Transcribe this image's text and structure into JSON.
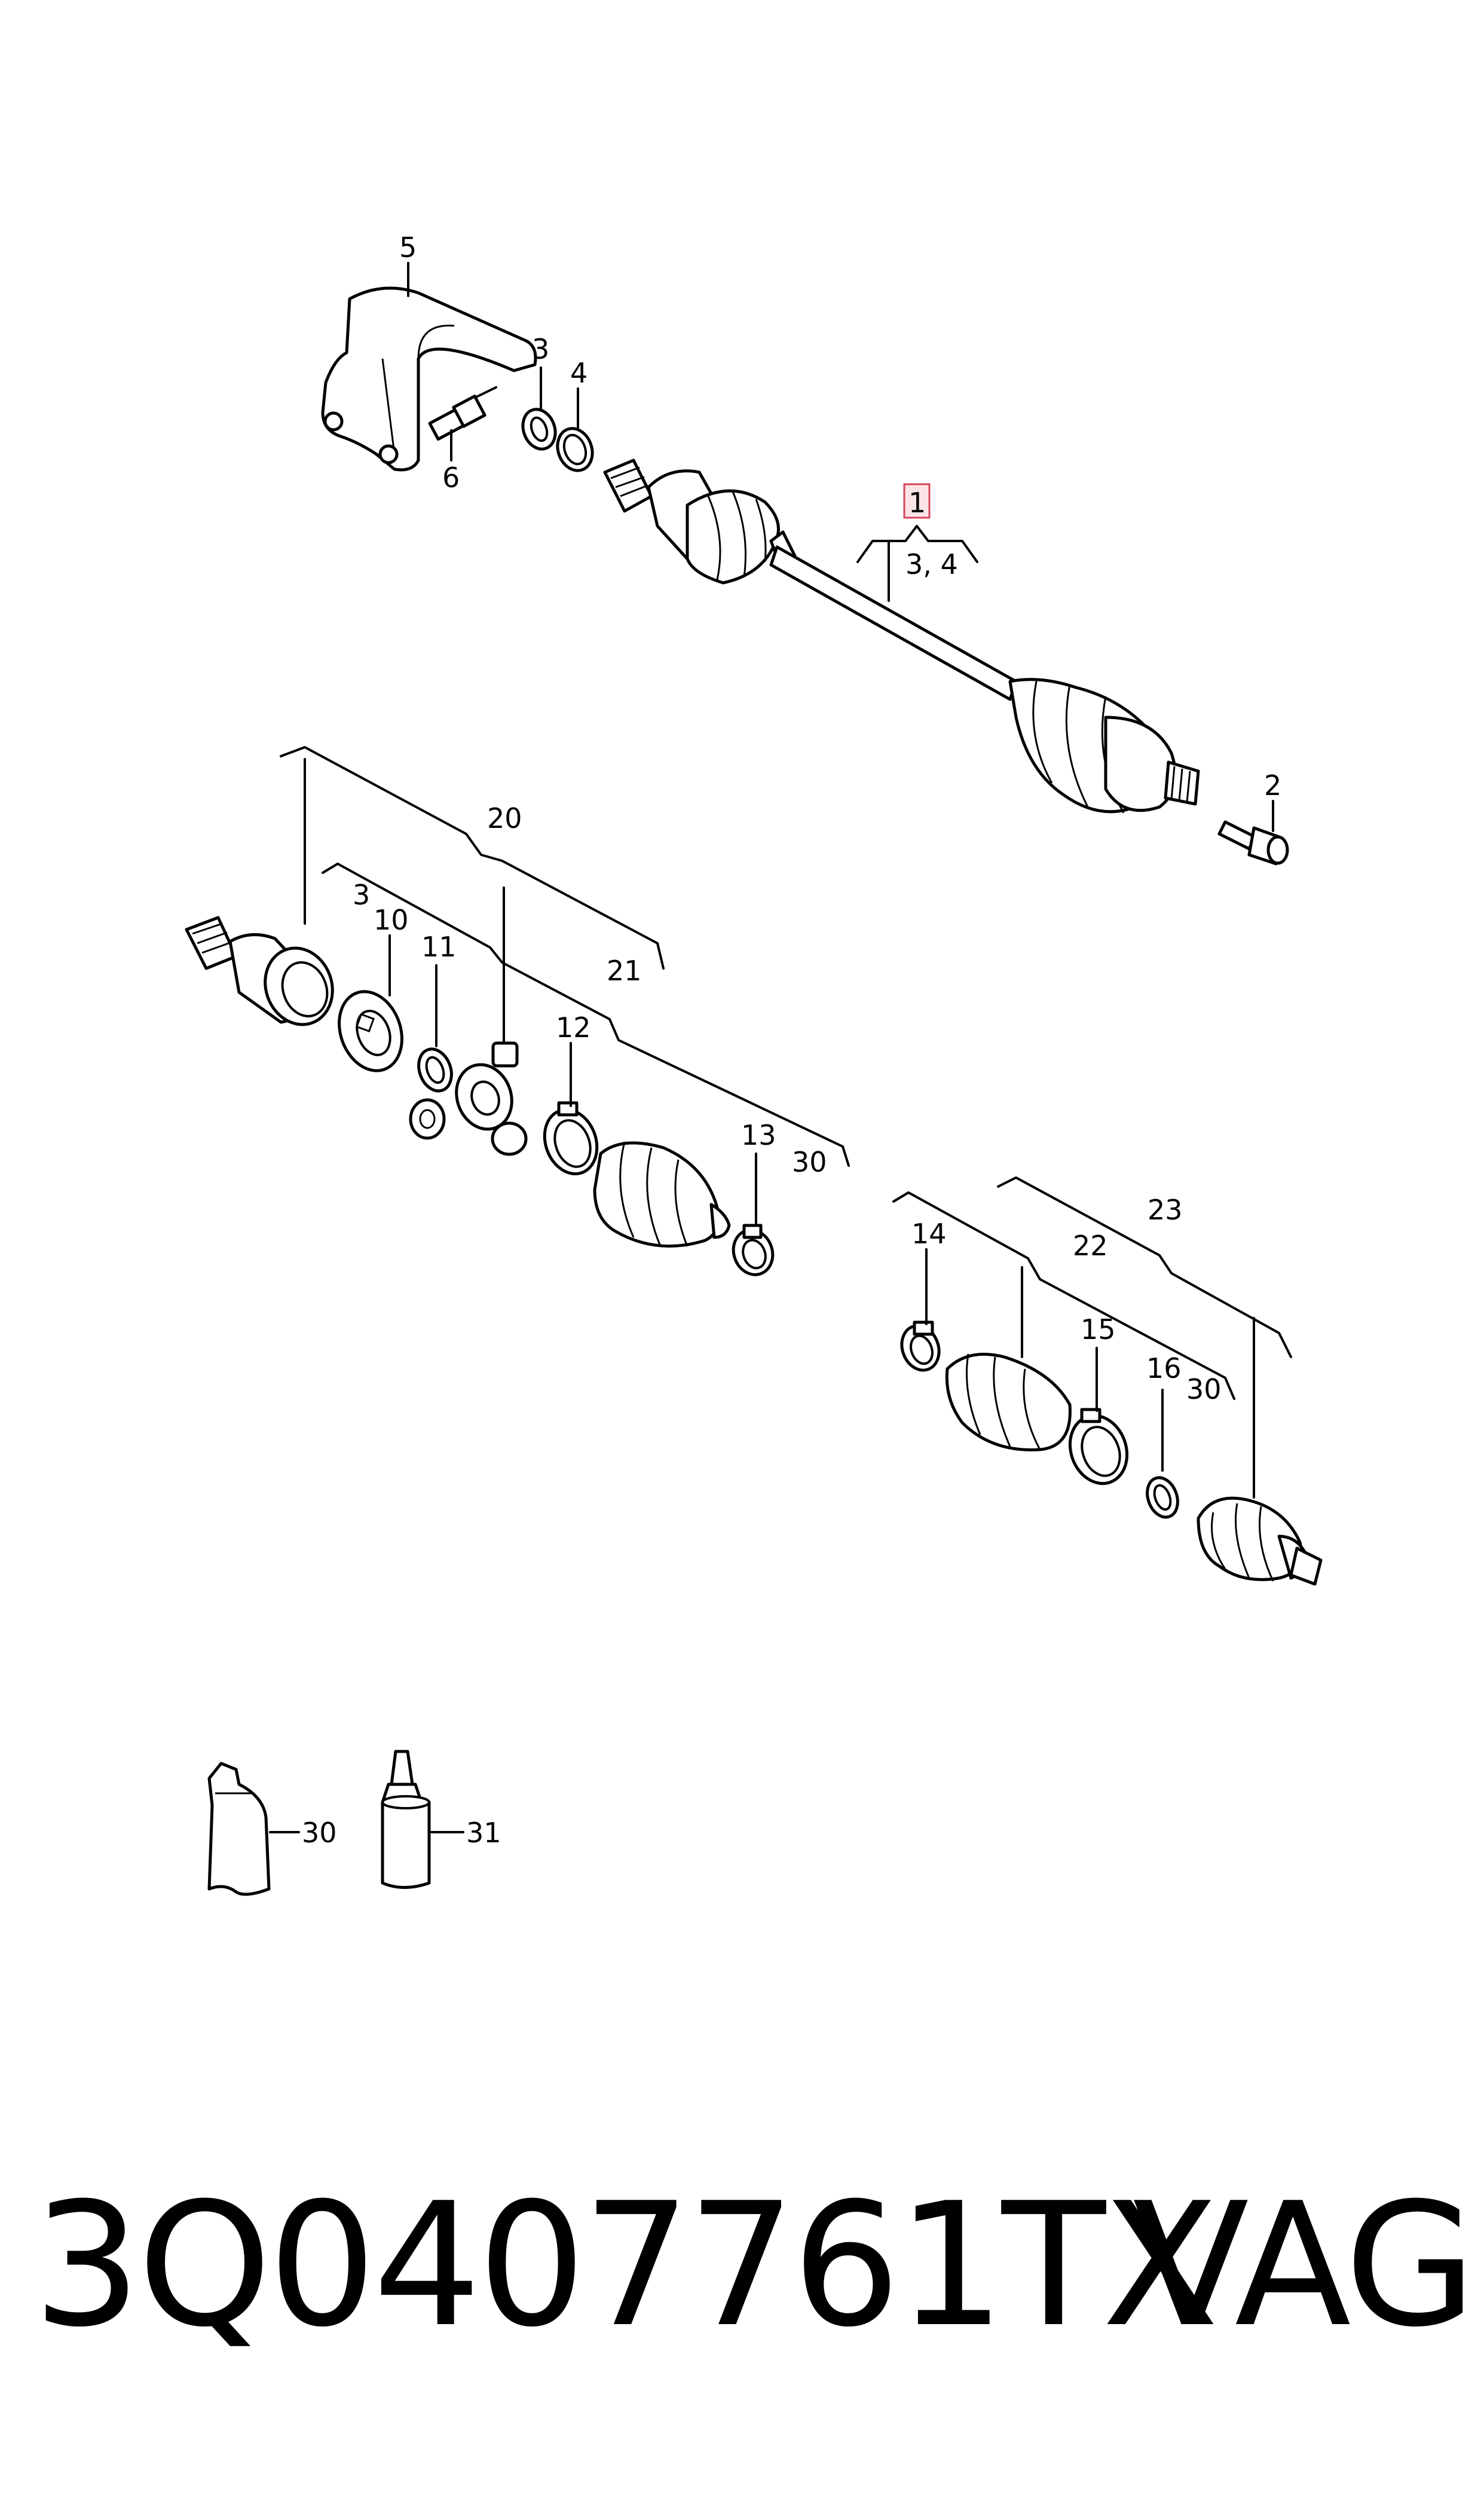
{
  "diagram": {
    "callouts": {
      "c1": "1",
      "c2": "2",
      "c3_top": "3",
      "c4_top": "4",
      "c34": "3, 4",
      "c5": "5",
      "c6": "6",
      "c20": "20",
      "c3_mid": "3",
      "c10": "10",
      "c11": "11",
      "c21": "21",
      "c12": "12",
      "c13": "13",
      "c30_a": "30",
      "c23": "23",
      "c14": "14",
      "c22": "22",
      "c15": "15",
      "c16": "16",
      "c30_b": "30",
      "c30_tube": "30",
      "c31": "31"
    },
    "highlight_color": "#d6465a"
  },
  "footer": {
    "part_number": "3Q0407761TX",
    "brand": "VAG"
  }
}
